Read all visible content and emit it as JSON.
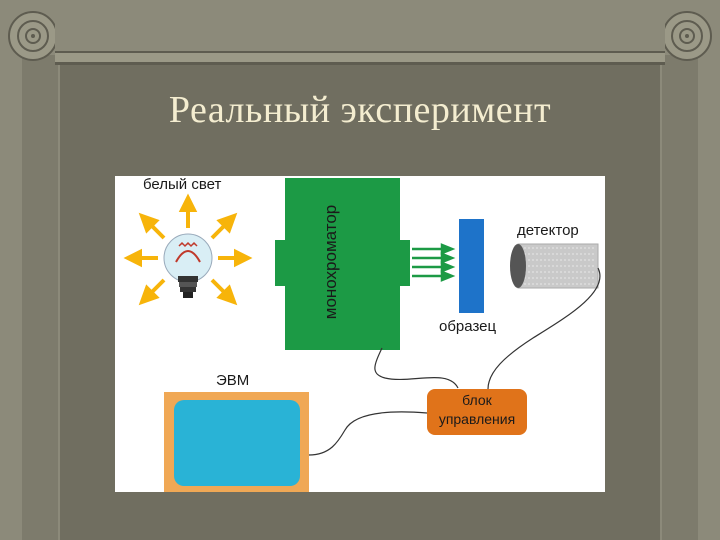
{
  "slide": {
    "title": "Реальный эксперимент",
    "colors": {
      "frame": "#8c8a7a",
      "frame_dark": "#5e5c50",
      "inner_panel": "#706e60",
      "title_text": "#f4edd0",
      "monochromator": "#1c9a45",
      "sample": "#1e73c9",
      "control_unit": "#e0731a",
      "computer_frame": "#f0a855",
      "computer_screen": "#29b3d6",
      "light_arrows": "#f7b40a"
    }
  },
  "diagram": {
    "light_label": "белый свет",
    "monochromator_label": "монохроматор",
    "detector_label": "детектор",
    "sample_label": "образец",
    "computer_label": "ЭВМ",
    "control_unit_label_line1": "блок",
    "control_unit_label_line2": "управления"
  }
}
